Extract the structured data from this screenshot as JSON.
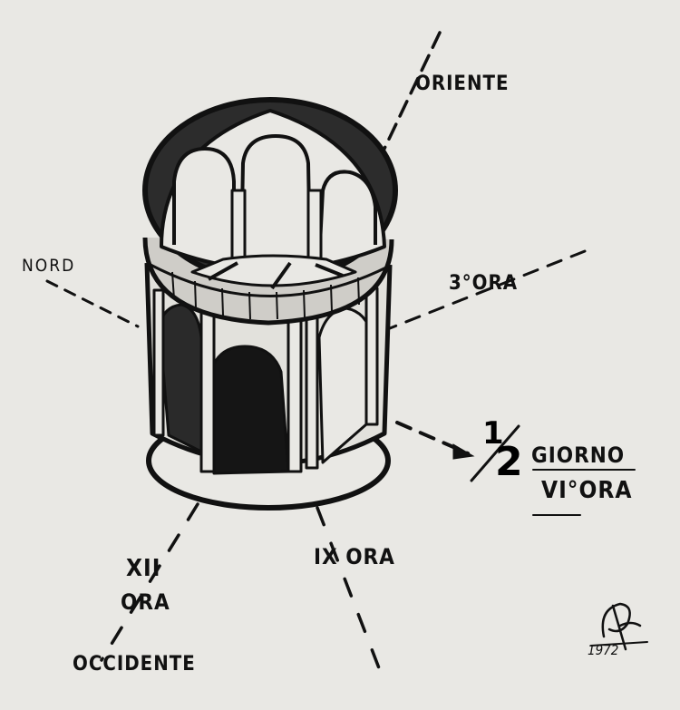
{
  "labels": {
    "nord": "NORD",
    "oriente": "ORIENTE",
    "terza_ora": "3°ORA",
    "mezzo_num": "1",
    "mezzo_den": "2",
    "giorno": "GIORNO",
    "sesta_ora": "VI°ORA",
    "nona_ora": "IX ORA",
    "dodicesima": "XII",
    "ora": "ORA",
    "occidente": "OCCIDENTE",
    "year": "1972"
  },
  "colors": {
    "paper": "#e9e8e4",
    "ink": "#111111"
  }
}
